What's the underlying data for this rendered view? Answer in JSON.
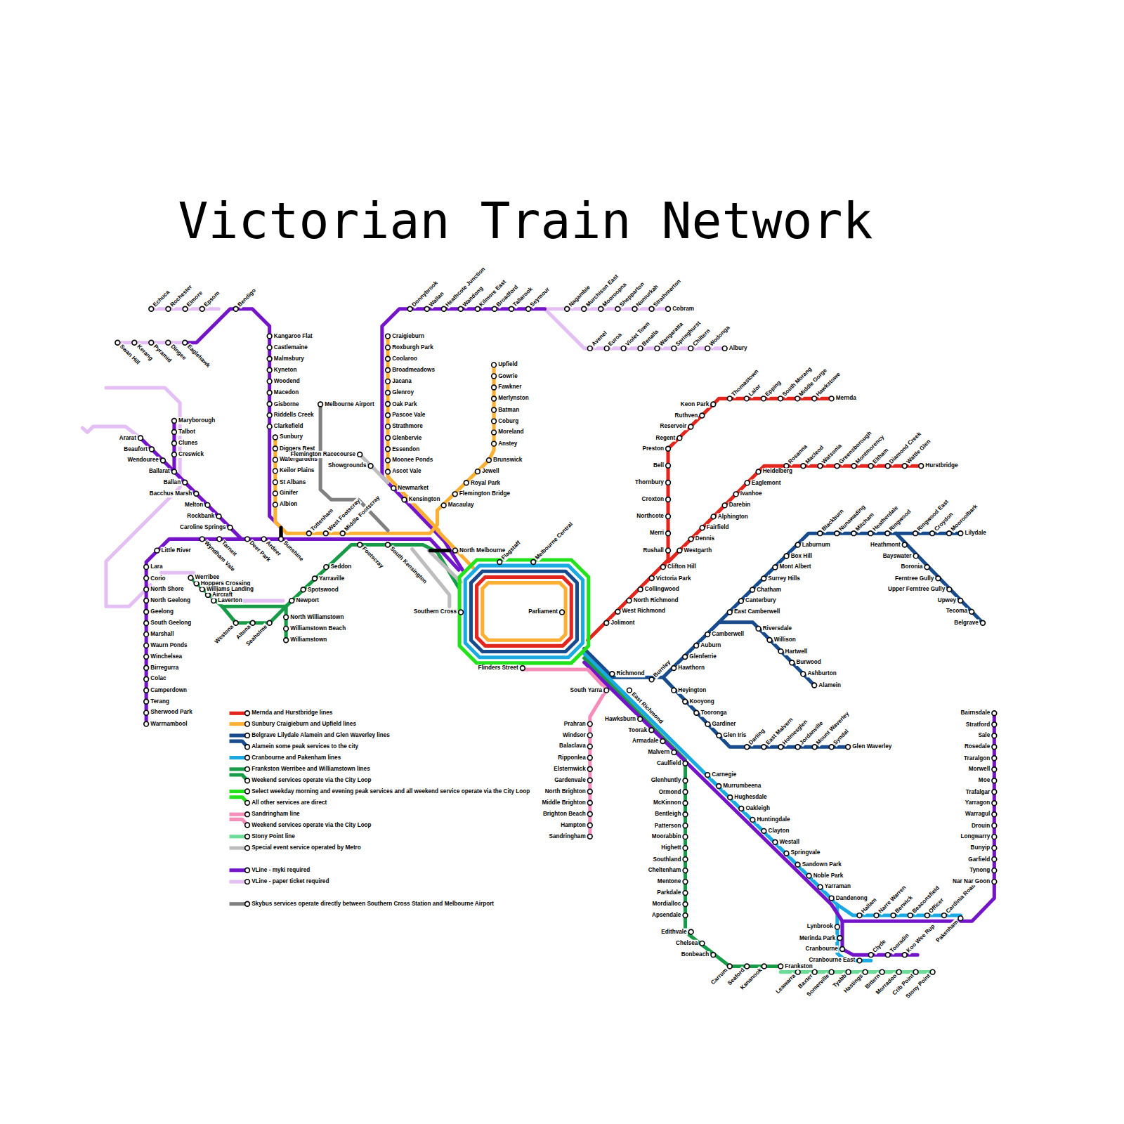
{
  "diagram": {
    "title": "Victorian Train Network",
    "labels": [
      "Echuca",
      "Rochester",
      "Elmore",
      "Epsom",
      "Bendigo",
      "Swan Hill",
      "Kerang",
      "Pyramid",
      "Dingee",
      "Eaglehawk",
      "Kangaroo Flat",
      "Castlemaine",
      "Malmsbury",
      "Kyneton",
      "Woodend",
      "Macedon",
      "Gisborne",
      "Riddells Creek",
      "Clarkefield",
      "Sunbury",
      "Diggers Rest",
      "Watergardens",
      "Keilor Plains",
      "St Albans",
      "Ginifer",
      "Albion",
      "Maryborough",
      "Talbot",
      "Clunes",
      "Creswick",
      "Ararat",
      "Beaufort",
      "Wendouree",
      "Ballarat",
      "Ballan",
      "Bacchus Marsh",
      "Melton",
      "Rockbank",
      "Caroline Springs",
      "Little River",
      "Lara",
      "Corio",
      "North Shore",
      "North Geelong",
      "Geelong",
      "South Geelong",
      "Marshall",
      "Waurn Ponds",
      "Winchelsea",
      "Birregurra",
      "Colac",
      "Camperdown",
      "Terang",
      "Sherwood Park",
      "Warrnambool",
      "Wyndham Vale",
      "Tarneit",
      "Deer Park",
      "Ardeer",
      "Sunshine",
      "Tottenham",
      "West Footscray",
      "Middle Footscray",
      "Footscray",
      "South Kensington",
      "Seddon",
      "Yarraville",
      "Spotswood",
      "Newport",
      "North Williamstown",
      "Williamstown Beach",
      "Williamstown",
      "Westona",
      "Altona",
      "Seaholme",
      "Werribee",
      "Hoppers Crossing",
      "Williams Landing",
      "Aircraft",
      "Laverton",
      "Melbourne Airport",
      "Flemington Racecourse",
      "Showgrounds",
      "Craigieburn",
      "Roxburgh Park",
      "Coolaroo",
      "Broadmeadows",
      "Jacana",
      "Glenroy",
      "Oak Park",
      "Pascoe Vale",
      "Strathmore",
      "Glenbervie",
      "Essendon",
      "Moonee Ponds",
      "Ascot Vale",
      "Newmarket",
      "Kensington",
      "Donnybrook",
      "Wallan",
      "Heathcote Junction",
      "Wandong",
      "Kilmore East",
      "Broadford",
      "Tallarook",
      "Seymour",
      "Nagambie",
      "Murchison East",
      "Mooroopna",
      "Shepparton",
      "Numurkah",
      "Strathmerton",
      "Cobram",
      "Avenel",
      "Euroa",
      "Violet Town",
      "Benalla",
      "Wangaratta",
      "Springhurst",
      "Chiltern",
      "Wodonga",
      "Albury",
      "Upfield",
      "Gowrie",
      "Fawkner",
      "Merlynston",
      "Batman",
      "Coburg",
      "Moreland",
      "Anstey",
      "Brunswick",
      "Jewell",
      "Royal Park",
      "Flemington Bridge",
      "Macaulay",
      "North Melbourne",
      "Southern Cross",
      "Flagstaff",
      "Melbourne Central",
      "Parliament",
      "Flinders Street",
      "Richmond",
      "Jolimont",
      "West Richmond",
      "North Richmond",
      "Collingwood",
      "Victoria Park",
      "Clifton Hill",
      "Rushall",
      "Westgarth",
      "Merri",
      "Northcote",
      "Croxton",
      "Thornbury",
      "Bell",
      "Preston",
      "Regent",
      "Reservoir",
      "Ruthven",
      "Keon Park",
      "Thomastown",
      "Lalor",
      "Epping",
      "South Morang",
      "Middle Gorge",
      "Hawkstowe",
      "Mernda",
      "Dennis",
      "Fairfield",
      "Alphington",
      "Darebin",
      "Ivanhoe",
      "Eaglemont",
      "Heidelberg",
      "Rosanna",
      "Macleod",
      "Watsonia",
      "Greensborough",
      "Montmorency",
      "Eltham",
      "Diamond Creek",
      "Wattle Glen",
      "Hurstbridge",
      "Burnley",
      "East Richmond",
      "Hawthorn",
      "Glenferrie",
      "Auburn",
      "Camberwell",
      "East Camberwell",
      "Canterbury",
      "Chatham",
      "Surrey Hills",
      "Mont Albert",
      "Box Hill",
      "Laburnum",
      "Blackburn",
      "Nunawading",
      "Mitcham",
      "Heatherdale",
      "Ringwood",
      "Ringwood East",
      "Croydon",
      "Mooroolbark",
      "Lilydale",
      "Heathmont",
      "Bayswater",
      "Boronia",
      "Ferntree Gully",
      "Upper Ferntree Gully",
      "Upwey",
      "Tecoma",
      "Belgrave",
      "Riversdale",
      "Willison",
      "Hartwell",
      "Burwood",
      "Ashburton",
      "Alamein",
      "Heyington",
      "Kooyong",
      "Tooronga",
      "Gardiner",
      "Glen Iris",
      "Darling",
      "East Malvern",
      "Holmesglen",
      "Jordanville",
      "Mount Waverley",
      "Syndal",
      "Glen Waverley",
      "South Yarra",
      "Prahran",
      "Windsor",
      "Balaclava",
      "Ripponlea",
      "Elsternwick",
      "Gardenvale",
      "North Brighton",
      "Middle Brighton",
      "Brighton Beach",
      "Hampton",
      "Sandringham",
      "Hawksburn",
      "Toorak",
      "Armadale",
      "Malvern",
      "Caulfield",
      "Glenhuntly",
      "Ormond",
      "McKinnon",
      "Bentleigh",
      "Patterson",
      "Moorabbin",
      "Highett",
      "Southland",
      "Cheltenham",
      "Mentone",
      "Parkdale",
      "Mordialloc",
      "Apsendale",
      "Edithvale",
      "Chelsea",
      "Bonbeach",
      "Carrum",
      "Seaford",
      "Kananook",
      "Frankston",
      "Carnegie",
      "Murrumbeena",
      "Hughesdale",
      "Oakleigh",
      "Huntingdale",
      "Clayton",
      "Westall",
      "Springvale",
      "Sandown Park",
      "Noble Park",
      "Yarraman",
      "Dandenong",
      "Hallam",
      "Narre Warren",
      "Berwick",
      "Beaconsfield",
      "Officer",
      "Cardinia Road",
      "Pakenham",
      "Lynbrook",
      "Merinda Park",
      "Cranbourne",
      "Cranbourne East",
      "Clyde",
      "Tooradin",
      "Koo Wee Rup",
      "Bairnsdale",
      "Stratford",
      "Sale",
      "Rosedale",
      "Traralgon",
      "Morwell",
      "Moe",
      "Trafalgar",
      "Yarragon",
      "Warragul",
      "Drouin",
      "Longwarry",
      "Bunyip",
      "Garfield",
      "Tynong",
      "Nar Nar Goon",
      "Leawarra",
      "Baxter",
      "Somerville",
      "Tyabb",
      "Hastings",
      "Bittern",
      "Morradoo",
      "Crib Point",
      "Stony Point"
    ],
    "legend": [
      {
        "text": "Mernda and Hurstbridge lines",
        "color": "#e2261d"
      },
      {
        "text": "Sunbury Craigieburn and Upfield lines",
        "color": "#fbb034"
      },
      {
        "text": "Belgrave Lilydale Alamein and Glen Waverley lines",
        "color": "#174b8b"
      },
      {
        "text": "Alamein some peak services to the city",
        "color": "#174b8b"
      },
      {
        "text": "Cranbourne and Pakenham lines",
        "color": "#1aa9e0"
      },
      {
        "text": "Frankston Werribee and Williamstown lines",
        "color": "#189b48"
      },
      {
        "text": "Weekend services operate via the City Loop",
        "color": "#189b48"
      },
      {
        "text": "Select weekday morning and evening peak services and all weekend service operate via the City Loop",
        "color": "#22e21b"
      },
      {
        "text": "All other services are direct",
        "color": "#22e21b"
      },
      {
        "text": "Sandringham line",
        "color": "#f48dba"
      },
      {
        "text": "Weekend services operate via the City Loop",
        "color": "#f48dba"
      },
      {
        "text": "Stony Point line",
        "color": "#6edc99"
      },
      {
        "text": "Special event service operated by Metro",
        "color": "#bdbdbd"
      },
      {
        "text": "VLine - myki required",
        "color": "#7314c8"
      },
      {
        "text": "VLine - paper ticket required",
        "color": "#e3bff3"
      },
      {
        "text": "Skybus services operate directly between Southern Cross Station and Melbourne Airport",
        "color": "#808080"
      }
    ]
  }
}
